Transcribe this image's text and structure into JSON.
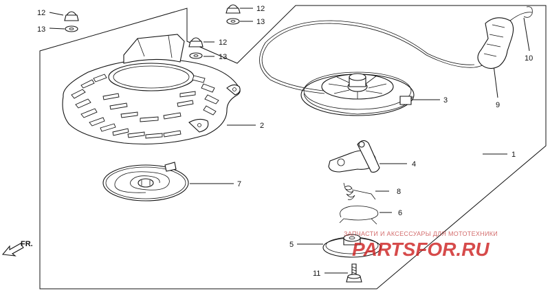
{
  "labels": {
    "l1": "1",
    "l2": "2",
    "l3": "3",
    "l4": "4",
    "l5": "5",
    "l6": "6",
    "l7": "7",
    "l8": "8",
    "l9": "9",
    "l10": "10",
    "l11": "11",
    "l12a": "12",
    "l13a": "13",
    "l12b": "12",
    "l13b": "13",
    "l12c": "12",
    "l13c": "13"
  },
  "direction": {
    "text": "FR."
  },
  "watermark": {
    "tagline": "ЗАПЧАСТИ И АКСЕССУАРЫ ДЛЯ МОТОТЕХНИКИ",
    "logo": "PARTSFOR.RU"
  },
  "colors": {
    "line": "#111111",
    "watermark": "#cc1f1f",
    "background": "#ffffff"
  }
}
